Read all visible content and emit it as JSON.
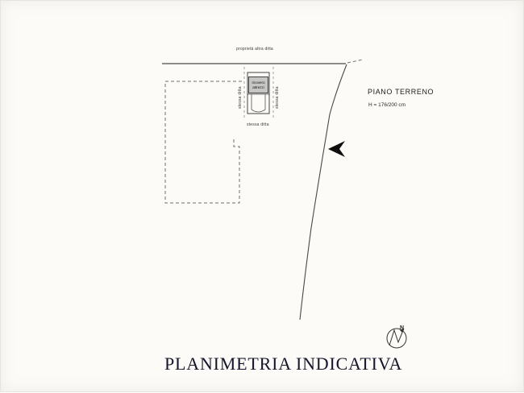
{
  "plan": {
    "boundary_labels": {
      "top": "proprietà altra ditta",
      "left_side": "stessa ditta",
      "right_side": "stessa ditta",
      "bottom": "stessa ditta"
    },
    "shed_label": "ricovero attrezzi",
    "floor_name": "PIANO TERRENO",
    "floor_height": "H = 176/200 cm",
    "compass_north": "N",
    "title": "PLANIMETRIA INDICATIVA",
    "colors": {
      "line": "#4a4a4a",
      "dashed_line": "#6f6f6f",
      "arrow_fill": "#0d0d0d",
      "title_ink": "#15152b"
    }
  }
}
